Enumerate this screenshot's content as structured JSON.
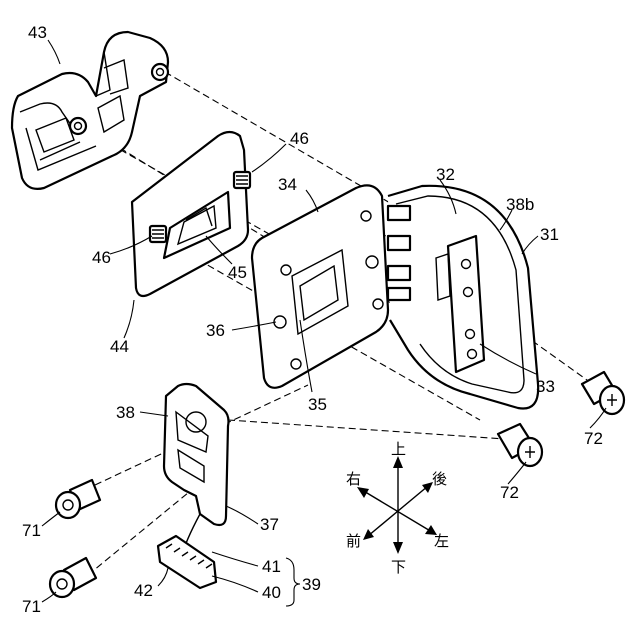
{
  "labels": {
    "l43": "43",
    "l46a": "46",
    "l46b": "46",
    "l34": "34",
    "l32": "32",
    "l38b": "38b",
    "l31": "31",
    "l45": "45",
    "l44": "44",
    "l36": "36",
    "l35": "35",
    "l33": "33",
    "l72a": "72",
    "l72b": "72",
    "l38": "38",
    "l37": "37",
    "l71a": "71",
    "l71b": "71",
    "l41": "41",
    "l42": "42",
    "l40": "40",
    "l39": "39"
  },
  "directions": {
    "up": "上",
    "down": "下",
    "right": "右",
    "left": "左",
    "back": "後",
    "front": "前"
  }
}
